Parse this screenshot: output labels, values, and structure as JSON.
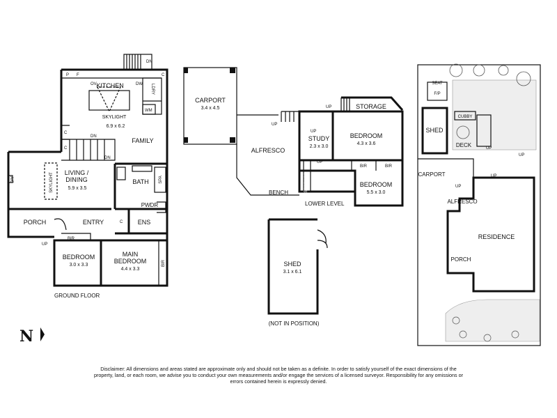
{
  "ground_floor": {
    "caption": "GROUND FLOOR",
    "rooms": {
      "kitchen": "KITCHEN",
      "skylight_kitchen": "SKYLIGHT",
      "kitchen_dim": "6.9 x 6.2",
      "family": "FAMILY",
      "living": "LIVING /",
      "dining": "DINING",
      "living_dim": "5.9 x 3.5",
      "skylight_living": "SKYLIGHT",
      "bath": "BATH",
      "spa": "SPA",
      "pwdr": "PWDR",
      "ens": "ENS",
      "entry": "ENTRY",
      "porch": "PORCH",
      "bir": "BIR",
      "bedroom": "BEDROOM",
      "bedroom_dim": "3.0 x 3.3",
      "main": "MAIN",
      "main_bedroom": "BEDROOM",
      "main_dim": "4.4 x 3.3",
      "bir_side": "BIR",
      "ldry": "LDRY",
      "ac": "A/C"
    },
    "fixtures": {
      "p": "P",
      "f": "F",
      "c": "C",
      "ov": "OV",
      "dw": "DW",
      "wm": "WM",
      "dn": "DN",
      "up": "UP"
    }
  },
  "lower_level": {
    "caption": "LOWER LEVEL",
    "carport": "CARPORT",
    "carport_dim": "3.4 x 4.5",
    "alfresco": "ALFRESCO",
    "study": "STUDY",
    "study_dim": "2.3 x 3.0",
    "bedroom1": "BEDROOM",
    "bedroom1_dim": "4.3 x 3.6",
    "bedroom2": "BEDROOM",
    "bedroom2_dim": "5.5 x 3.0",
    "storage": "STORAGE",
    "storage_side": "STORAGE",
    "bir1": "BIR",
    "bir2": "BIR",
    "bench": "BENCH",
    "up": "UP"
  },
  "shed_plan": {
    "label": "SHED",
    "dim": "3.1 x 6.1",
    "note": "(NOT IN POSITION)"
  },
  "site_plan": {
    "seat": "SEAT",
    "fp": "F/P",
    "cubby": "CUBBY",
    "shed": "SHED",
    "deck": "DECK",
    "carport": "CARPORT",
    "alfresco": "ALFRESCO",
    "residence": "RESIDENCE",
    "porch": "PORCH",
    "up": "UP"
  },
  "north_label": "N",
  "disclaimer": "Disclaimer: All dimensions and areas stated are approximate only and should not be taken as a definite. In order to satisfy yourself of the exact dimensions of the property, land, or each room, we advise you to conduct your own measurements and/or engage the services of a licensed surveyor. Responsibility for any omissions or errors contained herein is expressly denied.",
  "colors": {
    "wall": "#111111",
    "fill": "#ffffff",
    "shade": "#d9d9d9"
  }
}
